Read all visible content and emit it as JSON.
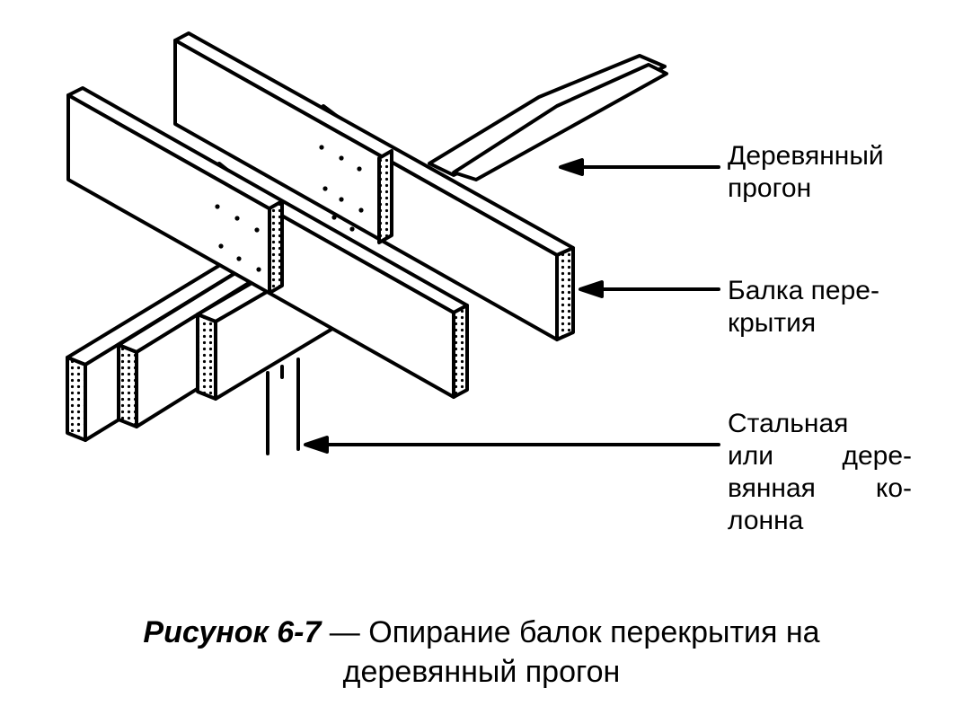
{
  "labels": {
    "purlin": [
      "Деревянный",
      "прогон"
    ],
    "joist": [
      "Балка пере-",
      "крытия"
    ],
    "column": [
      "Стальная",
      "или дере-",
      "вянная ко-",
      "лонна"
    ]
  },
  "caption": {
    "number": "Рисунок 6-7",
    "dash": " — ",
    "text_line1": "Опирание балок перекрытия на",
    "text_line2": "деревянный прогон"
  }
}
